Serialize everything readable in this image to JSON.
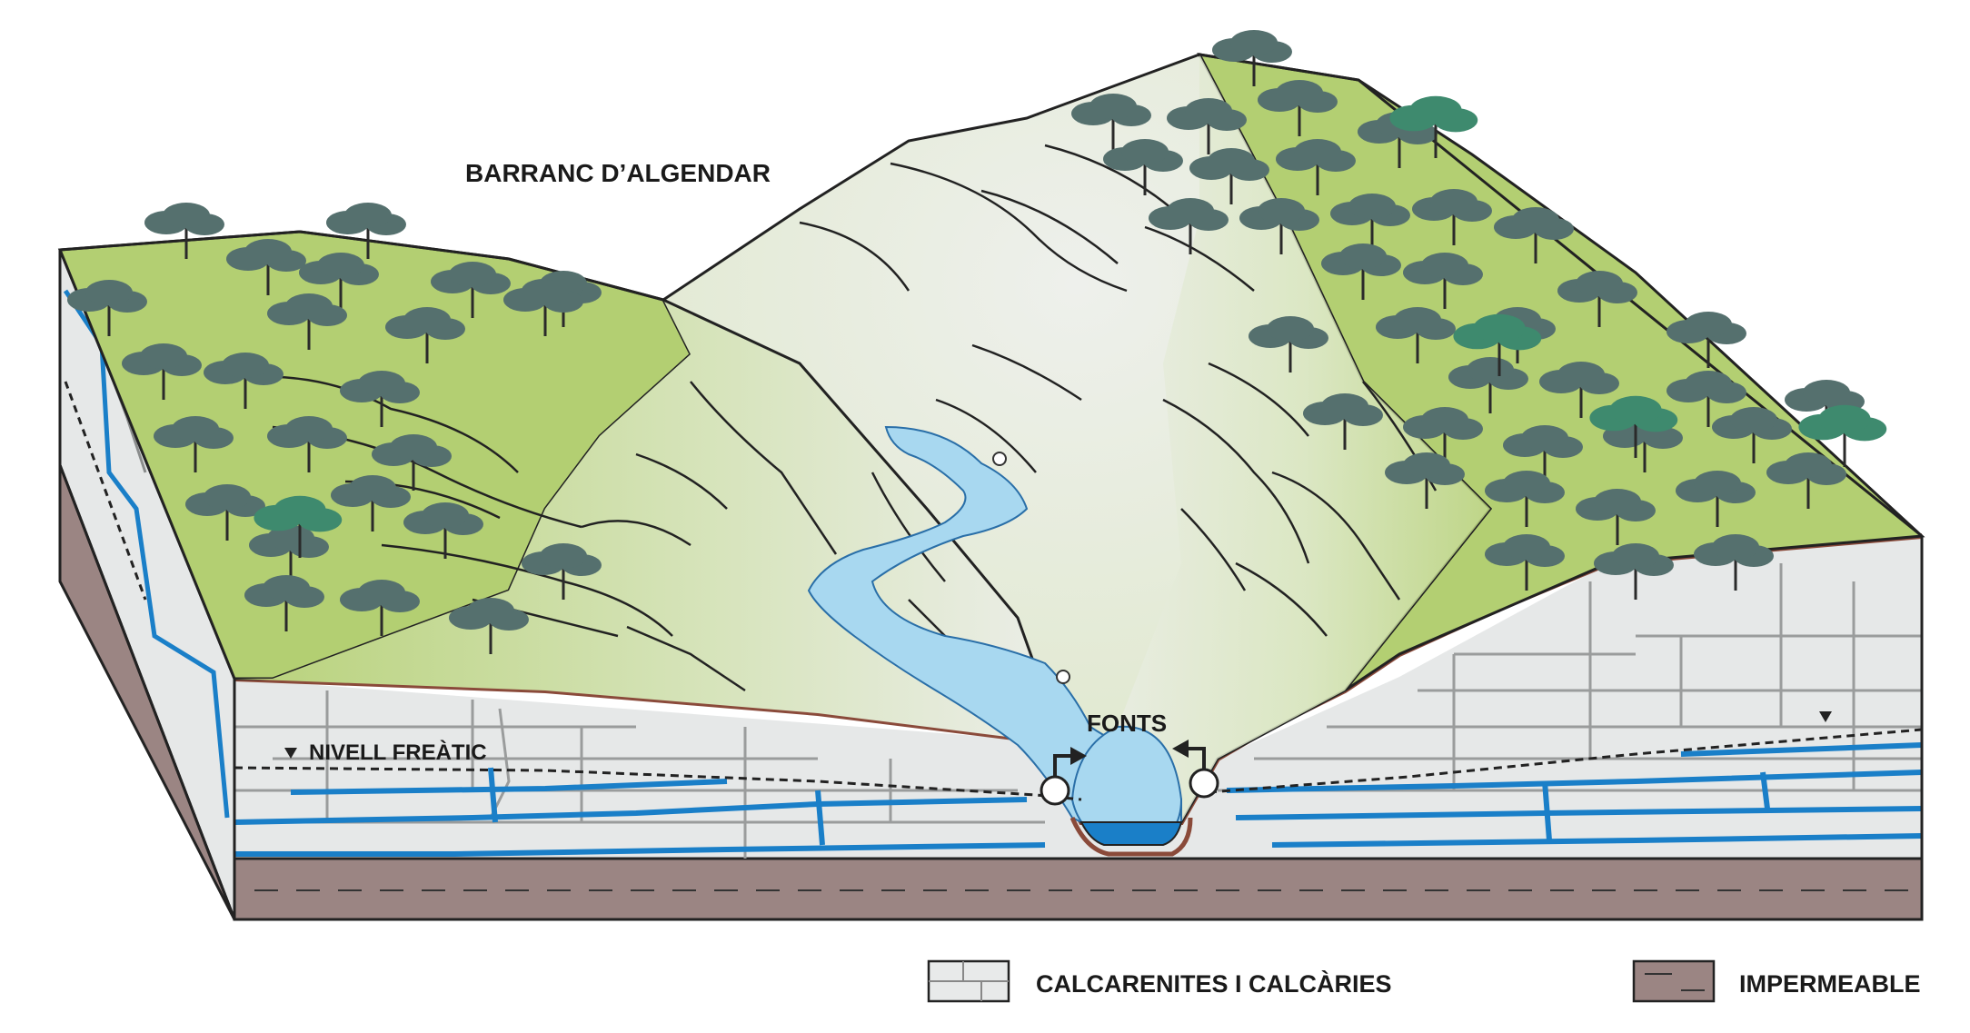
{
  "labels": {
    "valley": "BARRANC D’ALGENDAR",
    "springs": "FONTS",
    "water_table": "NIVELL FREÀTIC"
  },
  "legend": [
    {
      "label": "CALCARENITES I CALCÀRIES",
      "swatch_color": "#e8eaea"
    },
    {
      "label": "IMPERMEABLE",
      "swatch_color": "#9b8583"
    }
  ],
  "colors": {
    "plateau": "#b3cf72",
    "valley_slope": "#e9ebe6",
    "water": "#a8d8f0",
    "water_dark": "#1a7fc8",
    "soil_edge": "#8a4a3a",
    "impermeable": "#9b8583",
    "tree_canopy": "#55706e"
  },
  "icons": [
    "spring-outflow-arrow-icon",
    "tree-icon",
    "water-table-triangle-icon"
  ]
}
